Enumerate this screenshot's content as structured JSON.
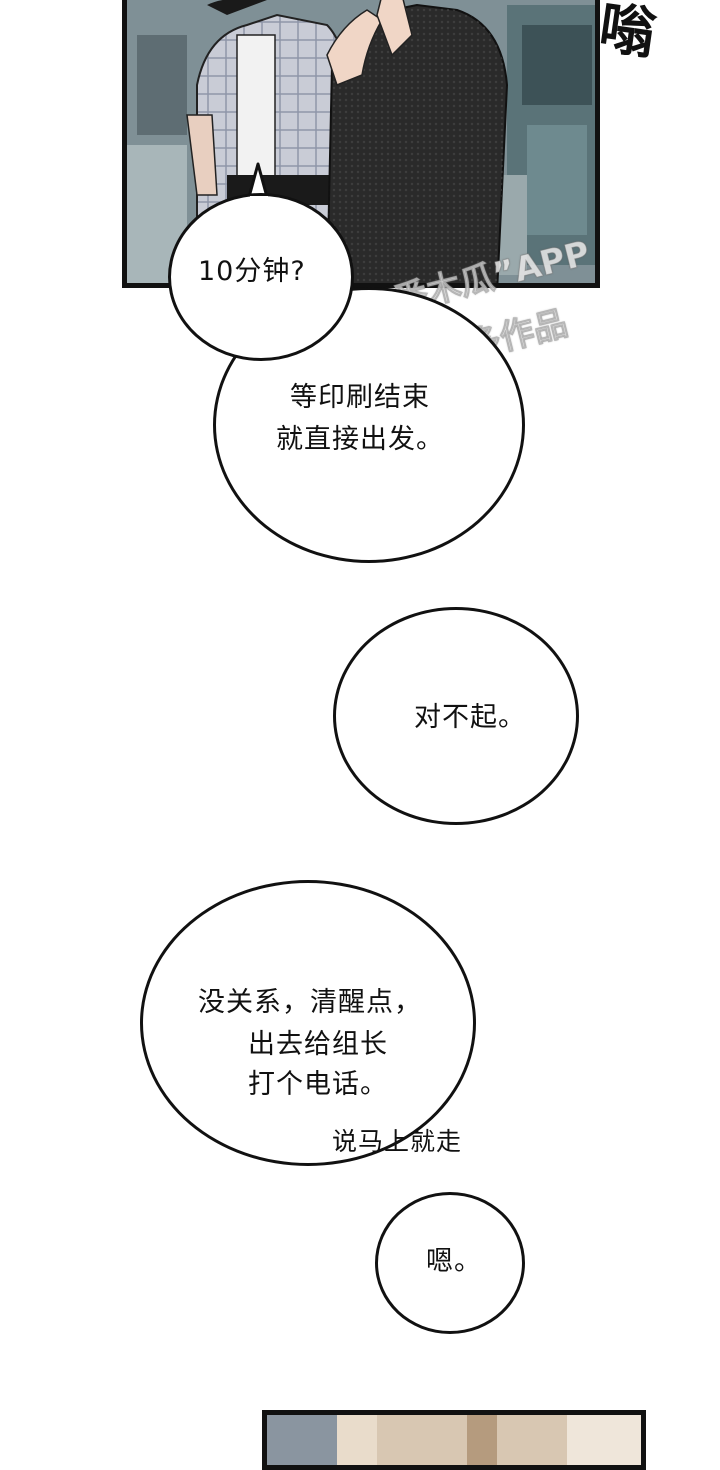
{
  "sfx": "嗡",
  "watermark": {
    "line1": "下载“番木瓜”APP",
    "line2": "观看更多作品"
  },
  "bubbles": {
    "b1": {
      "line1": "10分钟?"
    },
    "b2": {
      "line1": "等印刷结束",
      "line2": "就直接出发。"
    },
    "b3": {
      "line1": "对不起。"
    },
    "b4": {
      "line1": "没关系，清醒点，",
      "line2": "出去给组长",
      "line3": "打个电话。"
    },
    "b5": {
      "line1": "说马上就走"
    },
    "b6": {
      "line1": "嗯。"
    }
  },
  "colors": {
    "ink": "#111111",
    "paper": "#ffffff"
  }
}
